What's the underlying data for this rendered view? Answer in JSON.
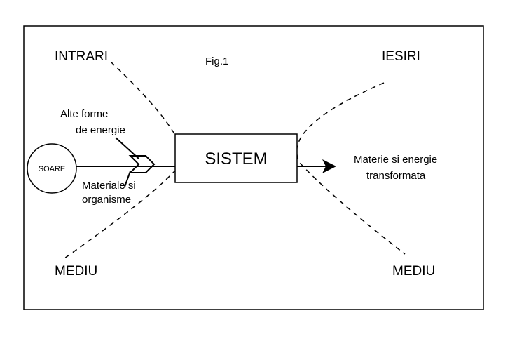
{
  "labels": {
    "fig": "Fig.1",
    "inputs": "INTRARI",
    "outputs": "IESIRI",
    "env_left": "MEDIU",
    "env_right": "MEDIU",
    "sun": "SOARE",
    "system": "SISTEM",
    "other_energy_line1": "Alte forme",
    "other_energy_line2": "de energie",
    "materials_line1": "Materiale si",
    "materials_line2": "organisme",
    "output_line1": "Materie si energie",
    "output_line2": "transformata"
  }
}
